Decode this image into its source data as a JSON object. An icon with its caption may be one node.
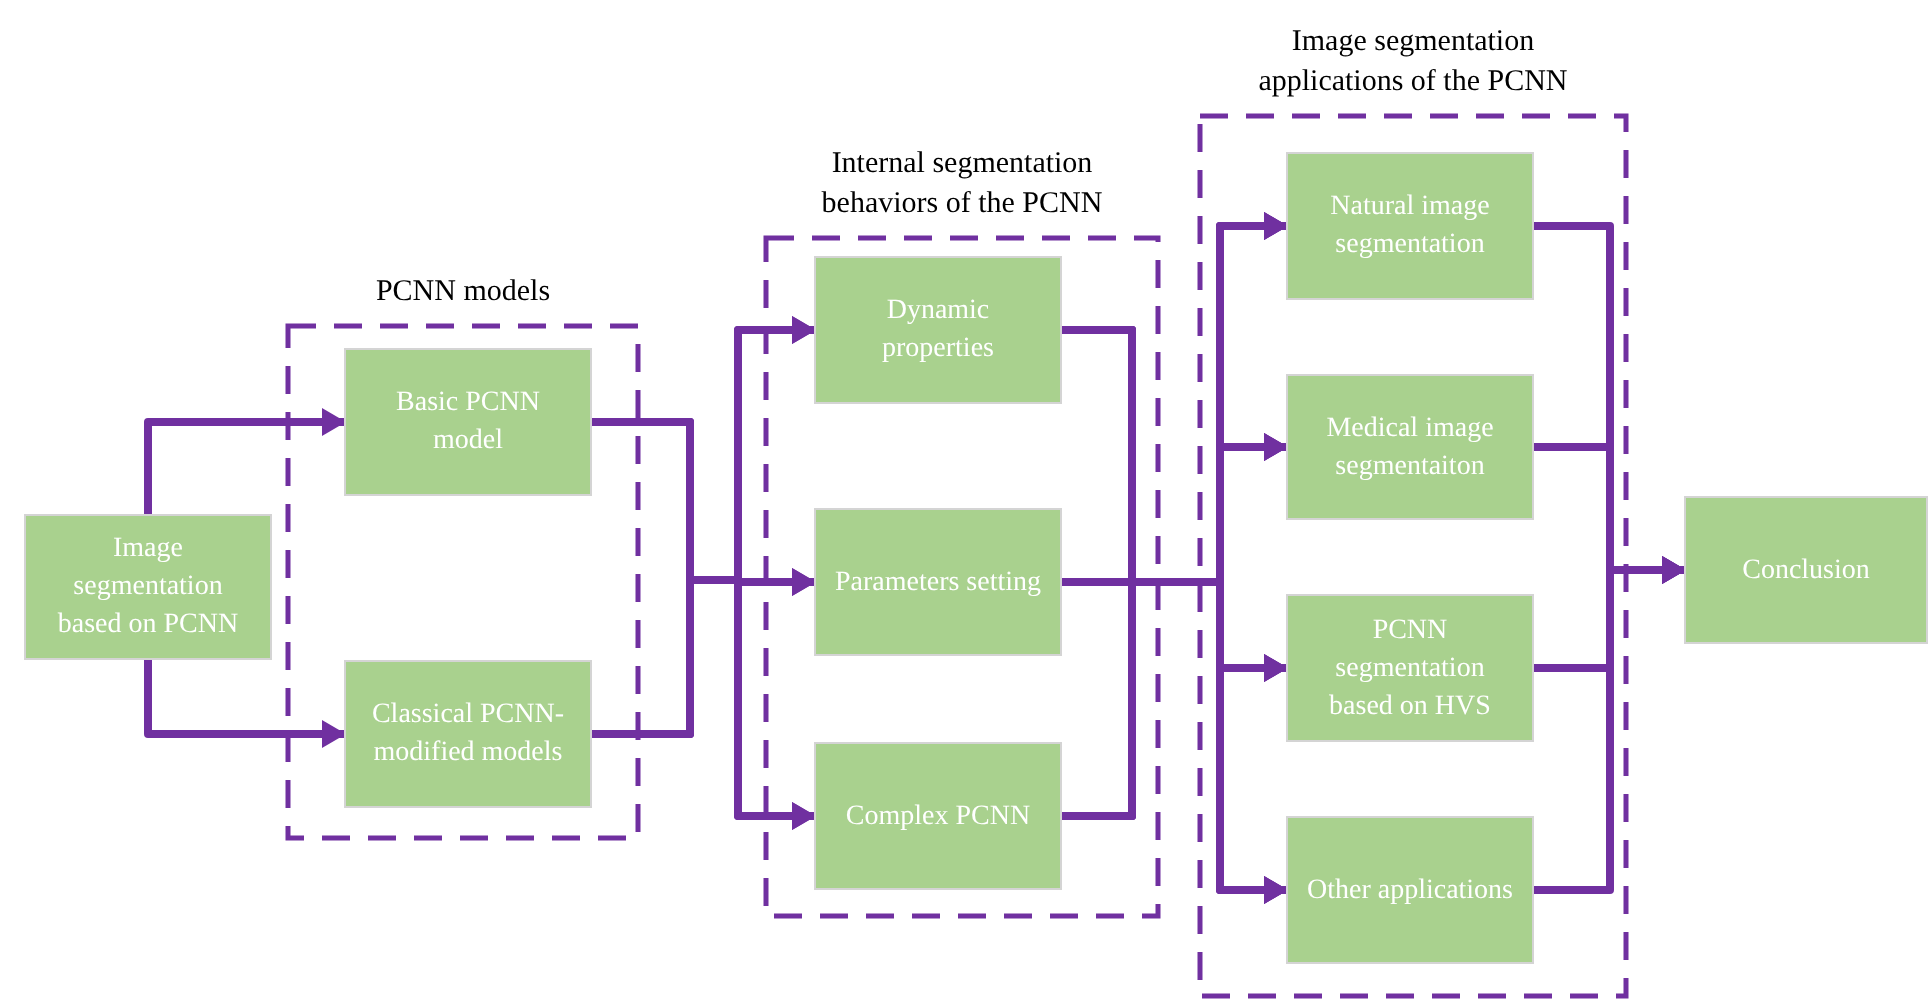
{
  "diagram": {
    "nodes": [
      {
        "text": [
          "Image segmentation based on PCNN"
        ]
      },
      {
        "text": [
          "PCNN models"
        ]
      },
      {
        "text": [
          "Basic PCNN model"
        ],
        "in": 1
      },
      {
        "text": [
          "Classical PCNN-modified models"
        ],
        "in": 1
      },
      {
        "text": [
          "Internal segmentation behaviors of the PCNN"
        ]
      },
      {
        "text": [
          "Dynamic properties"
        ],
        "in": 4
      },
      {
        "text": [
          "Parameters setting"
        ],
        "in": 4
      },
      {
        "text": [
          "Complex PCNN"
        ],
        "in": 4
      },
      {
        "text": [
          "Image segmentation applications of the PCNN"
        ]
      },
      {
        "text": [
          "Natural image segmentation"
        ],
        "in": 8
      },
      {
        "text": [
          "Medical image segmentaiton"
        ],
        "in": 8
      },
      {
        "text": [
          "PCNN segmentation based on HVS"
        ],
        "in": 8
      },
      {
        "text": [
          "Other applications"
        ],
        "in": 8
      },
      {
        "text": [
          "Conclusion"
        ]
      }
    ],
    "edges": [
      {
        "from": 0,
        "to": 2,
        "arrow": "to"
      },
      {
        "from": 0,
        "to": 3,
        "arrow": "to"
      },
      {
        "from": 2,
        "to": 5,
        "arrow": "to"
      },
      {
        "from": 2,
        "to": 6,
        "arrow": "to"
      },
      {
        "from": 2,
        "to": 7,
        "arrow": "to"
      },
      {
        "from": 3,
        "to": 5,
        "arrow": "to"
      },
      {
        "from": 3,
        "to": 6,
        "arrow": "to"
      },
      {
        "from": 3,
        "to": 7,
        "arrow": "to"
      },
      {
        "from": 5,
        "to": 9,
        "arrow": "to"
      },
      {
        "from": 5,
        "to": 10,
        "arrow": "to"
      },
      {
        "from": 5,
        "to": 11,
        "arrow": "to"
      },
      {
        "from": 5,
        "to": 12,
        "arrow": "to"
      },
      {
        "from": 6,
        "to": 9,
        "arrow": "to"
      },
      {
        "from": 6,
        "to": 10,
        "arrow": "to"
      },
      {
        "from": 6,
        "to": 11,
        "arrow": "to"
      },
      {
        "from": 6,
        "to": 12,
        "arrow": "to"
      },
      {
        "from": 7,
        "to": 9,
        "arrow": "to"
      },
      {
        "from": 7,
        "to": 10,
        "arrow": "to"
      },
      {
        "from": 7,
        "to": 11,
        "arrow": "to"
      },
      {
        "from": 7,
        "to": 12,
        "arrow": "to"
      },
      {
        "from": 9,
        "to": 13,
        "arrow": "to"
      },
      {
        "from": 10,
        "to": 13,
        "arrow": "to"
      },
      {
        "from": 11,
        "to": 13,
        "arrow": "to"
      },
      {
        "from": 12,
        "to": 13,
        "arrow": "to"
      }
    ]
  }
}
